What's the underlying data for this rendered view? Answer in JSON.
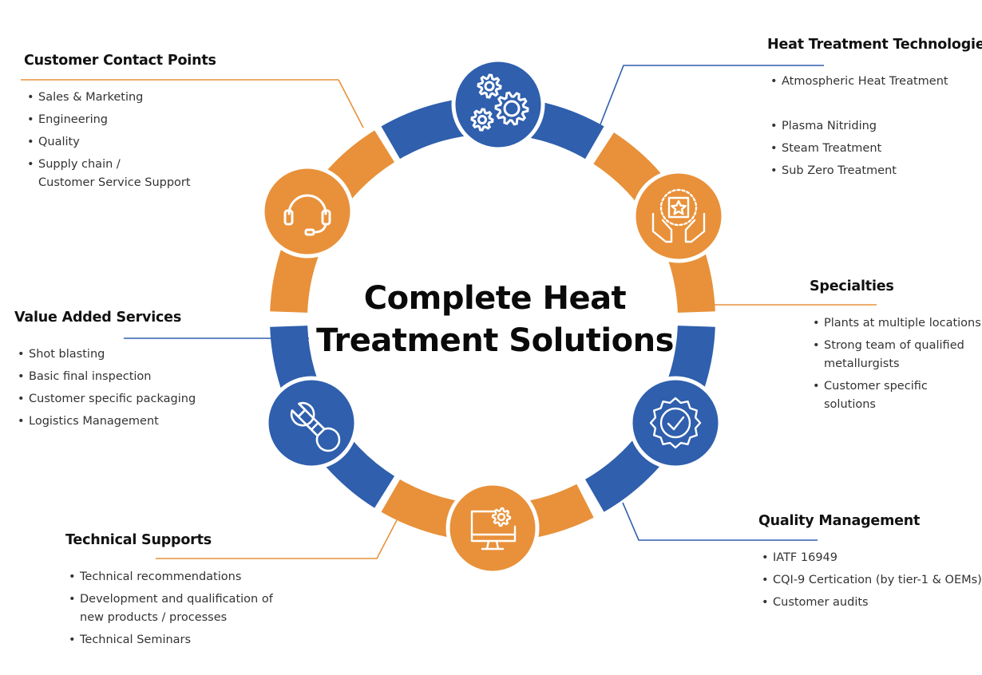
{
  "title_lines": [
    "Complete Heat",
    "Treatment Solutions"
  ],
  "colors": {
    "blue": "#2f5fad",
    "orange": "#e8913a",
    "text": "#1f2937",
    "icon": "#ffffff"
  },
  "sections": {
    "customer_contact": {
      "title": "Customer Contact Points",
      "color": "orange",
      "icon": "headset-icon",
      "items": [
        "Sales & Marketing",
        "Engineering",
        "Quality",
        "Supply chain /\nCustomer Service Support"
      ]
    },
    "heat_treatment": {
      "title": "Heat Treatment Technologies",
      "color": "blue",
      "icon": "gears-icon",
      "items": [
        "Atmospheric Heat Treatment",
        "Plasma Nitriding",
        "Steam Treatment",
        "Sub Zero Treatment"
      ]
    },
    "specialties": {
      "title": "Specialties",
      "color": "orange",
      "icon": "hands-star-icon",
      "items": [
        "Plants at multiple locations",
        "Strong team of qualified\nmetallurgists",
        "Customer specific solutions"
      ]
    },
    "value_added": {
      "title": "Value Added Services",
      "color": "blue",
      "icon": "wrench-icon",
      "items": [
        "Shot blasting",
        "Basic final inspection",
        "Customer specific packaging",
        "Logistics Management"
      ]
    },
    "quality_mgmt": {
      "title": "Quality Management",
      "color": "blue",
      "icon": "quality-badge-icon",
      "items": [
        "IATF 16949",
        "CQI-9 Certication (by tier-1 & OEMs)",
        "Customer audits"
      ]
    },
    "technical_supports": {
      "title": "Technical Supports",
      "color": "orange",
      "icon": "monitor-gear-icon",
      "items": [
        "Technical recommendations",
        "Development and qualification of\nnew products / processes",
        "Technical Seminars"
      ]
    }
  }
}
